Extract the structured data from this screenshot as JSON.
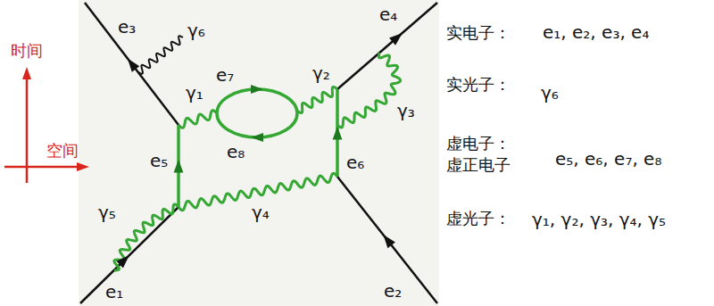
{
  "diagram": {
    "labels": [
      "时间",
      "e₃",
      "γ₆",
      "e₇",
      "γ₂",
      "e₄",
      "γ₁",
      "e₈",
      "γ₃",
      "空间",
      "e₅",
      "e₆",
      "γ₄",
      "γ₅",
      "e₁",
      "e₂",
      "实电子：",
      "e₁, e₂, e₃, e₄",
      "实光子：",
      "γ₆",
      "虚电子：",
      "虚正电子",
      "e₅, e₆, e₇, e₈",
      "虚光子：",
      "γ₁, γ₂, γ₃, γ₄, γ₅"
    ]
  }
}
